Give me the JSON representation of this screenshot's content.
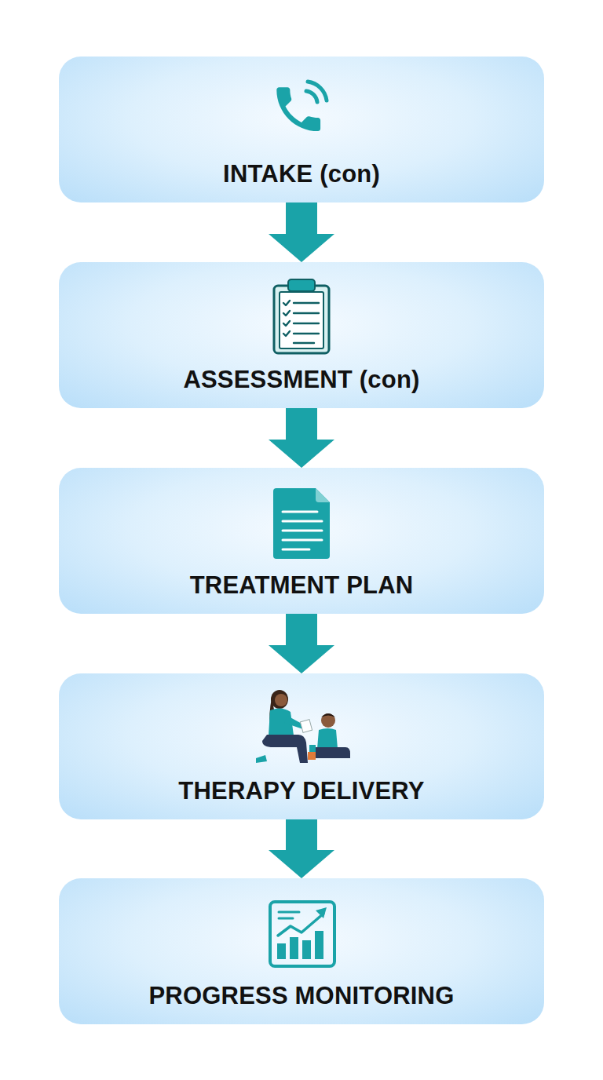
{
  "diagram": {
    "nodes": [
      {
        "text": [
          "INTAKE (con)"
        ]
      },
      {
        "text": [
          "ASSESSMENT (con)"
        ]
      },
      {
        "text": [
          "TREATMENT PLAN"
        ]
      },
      {
        "text": [
          "THERAPY DELIVERY"
        ]
      },
      {
        "text": [
          "PROGRESS MONITORING"
        ]
      }
    ],
    "edges": [
      {
        "from": 0,
        "to": 1,
        "arrow": "to"
      },
      {
        "from": 1,
        "to": 2,
        "arrow": "to"
      },
      {
        "from": 2,
        "to": 3,
        "arrow": "to"
      },
      {
        "from": 3,
        "to": 4,
        "arrow": "to"
      }
    ]
  }
}
